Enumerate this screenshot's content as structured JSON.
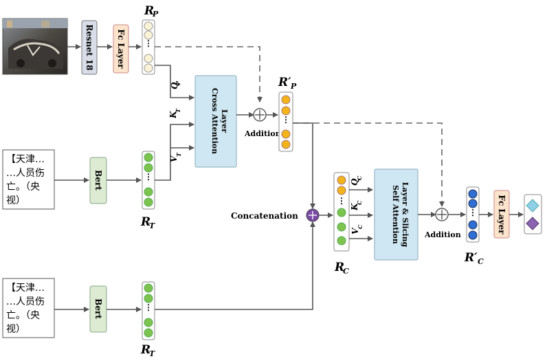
{
  "labels": {
    "rp": "R",
    "rp_sub": "P",
    "rp_prime": "R′",
    "rp_prime_sub": "P",
    "rt1": "R",
    "rt1_sub": "T",
    "rt2": "R",
    "rt2_sub": "T",
    "rc": "R",
    "rc_sub": "C",
    "rc_prime": "R′",
    "rc_prime_sub": "C",
    "concatenation": "Concatenation",
    "addition1": "Addition",
    "addition2": "Addition",
    "qp": "Q",
    "qp_sub": "P",
    "kt": "K",
    "kt_sub": "T",
    "vt": "V",
    "vt_sub": "T",
    "qc": "Q",
    "qc_sub": "C",
    "kc": "K",
    "kc_sub": "C",
    "vc": "V",
    "vc_sub": "C"
  },
  "blocks": {
    "resnet": "Resnet 18",
    "fc1": "Fc Layer",
    "bert1": "Bert",
    "bert2": "Bert",
    "cross_attention_line1": "Cross Attention",
    "cross_attention_line2": "Layer",
    "self_attention_line1": "Self Attention",
    "self_attention_line2": "Layer  & Slicing",
    "fc2": "Fc Layer"
  },
  "text_inputs": {
    "text1_lines": [
      "【天津…",
      "…人员伤",
      "亡。（央",
      "视）"
    ],
    "text2_lines": [
      "【天津…",
      "…人员伤",
      "亡。（央",
      "视）"
    ]
  },
  "colors": {
    "rp_circle": "#fbf3d6",
    "rt_circle": "#7dc44f",
    "rp_prime_circle": "#f2b31b",
    "rc_prime_circle": "#2f6ed3",
    "concat_node": "#7a4aa6",
    "resnet_fill": "#d9dde8",
    "fc_fill": "#fbe3cc",
    "bert_fill": "#dcebd2",
    "attention_fill": "#cfe7f2",
    "output_diamond1": "#8fd0e6",
    "output_diamond2": "#8c64b4"
  },
  "icons": [
    "vehicle-photo-icon",
    "addition-icon",
    "concatenation-icon",
    "diamond-icon"
  ]
}
